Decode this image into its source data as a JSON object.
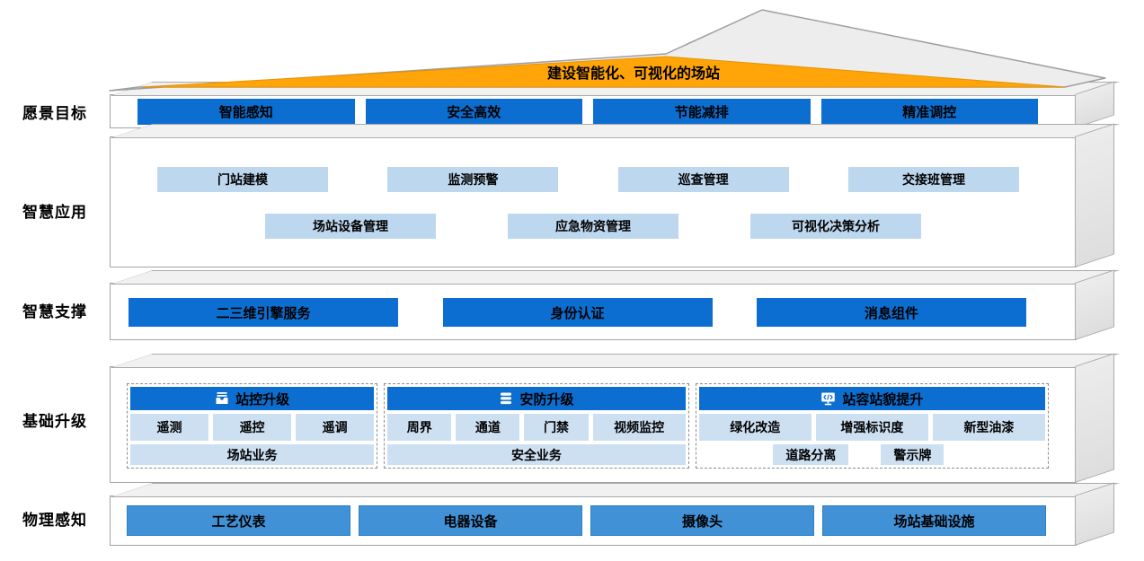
{
  "roof": {
    "title": "建设智能化、可视化的场站"
  },
  "colors": {
    "accent_blue": "#0b6ed0",
    "medium_blue": "#4191d6",
    "light_blue": "#bdd7ee",
    "lighter_blue": "#cde0f2",
    "roof_orange": "#ffa409",
    "slab_gray": "#e3e3e3"
  },
  "layers": {
    "vision": {
      "label": "愿景目标",
      "items": [
        "智能感知",
        "安全高效",
        "节能减排",
        "精准调控"
      ]
    },
    "apps": {
      "label": "智慧应用",
      "row_a": [
        "门站建模",
        "监测预警",
        "巡查管理",
        "交接班管理"
      ],
      "row_b": [
        "场站设备管理",
        "应急物资管理",
        "可视化决策分析"
      ]
    },
    "support": {
      "label": "智慧支撑",
      "items": [
        "二三维引擎服务",
        "身份认证",
        "消息组件"
      ]
    },
    "upgrade": {
      "label": "基础升级",
      "groups": [
        {
          "icon": "inbox-icon",
          "title": "站控升级",
          "items": [
            "遥测",
            "遥控",
            "遥调"
          ],
          "footer": "场站业务"
        },
        {
          "icon": "database-icon",
          "title": "安防升级",
          "items": [
            "周界",
            "通道",
            "门禁",
            "视频监控"
          ],
          "footer": "安全业务"
        },
        {
          "icon": "code-monitor-icon",
          "title": "站容站貌提升",
          "items": [
            "绿化改造",
            "增强标识度",
            "新型油漆"
          ],
          "items2": [
            "道路分离",
            "警示牌"
          ]
        }
      ]
    },
    "physical": {
      "label": "物理感知",
      "items": [
        "工艺仪表",
        "电器设备",
        "摄像头",
        "场站基础设施"
      ]
    }
  }
}
